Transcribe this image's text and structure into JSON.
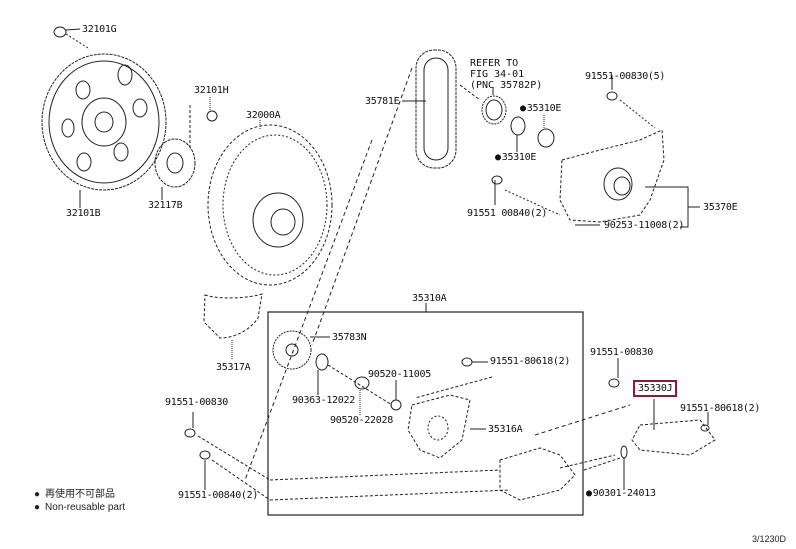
{
  "diagram": {
    "title": "Transmission oil pump / drive plate parts diagram",
    "figure_id": "3/1230D",
    "selected_part": "35330J",
    "highlight_color": "#8b1a3a",
    "labels": {
      "p32101G": "32101G",
      "p32101H": "32101H",
      "p32000A": "32000A",
      "p32101B": "32101B",
      "p32117B": "32117B",
      "p35781E": "35781E",
      "refer_line1": "REFER TO",
      "refer_line2": "FIG 34-01",
      "refer_line3": "(PNC 35782P)",
      "p35310E_a": "35310E",
      "p35310E_b": "35310E",
      "p91551_00830_5": "91551-00830(5)",
      "p91551_00840_2_top": "91551 00840(2)",
      "p35370E": "35370E",
      "p90253_11008_2": "90253-11008(2)",
      "p35310A": "35310A",
      "p35317A": "35317A",
      "p35783N": "35783N",
      "p91551_80618_2_a": "91551-80618(2)",
      "p90520_11005": "90520-11005",
      "p90363_12022": "90363-12022",
      "p90520_22028": "90520-22028",
      "p35316A": "35316A",
      "p91551_00830_left": "91551-00830",
      "p91551_00840_2_bottom": "91551-00840(2)",
      "p91551_00830_right": "91551-00830",
      "p35330J": "35330J",
      "p91551_80618_2_b": "91551-80618(2)",
      "p90301_24013": "90301-24013"
    },
    "legend": {
      "japanese": "再使用不可部品",
      "english": "Non-reusable part"
    }
  }
}
